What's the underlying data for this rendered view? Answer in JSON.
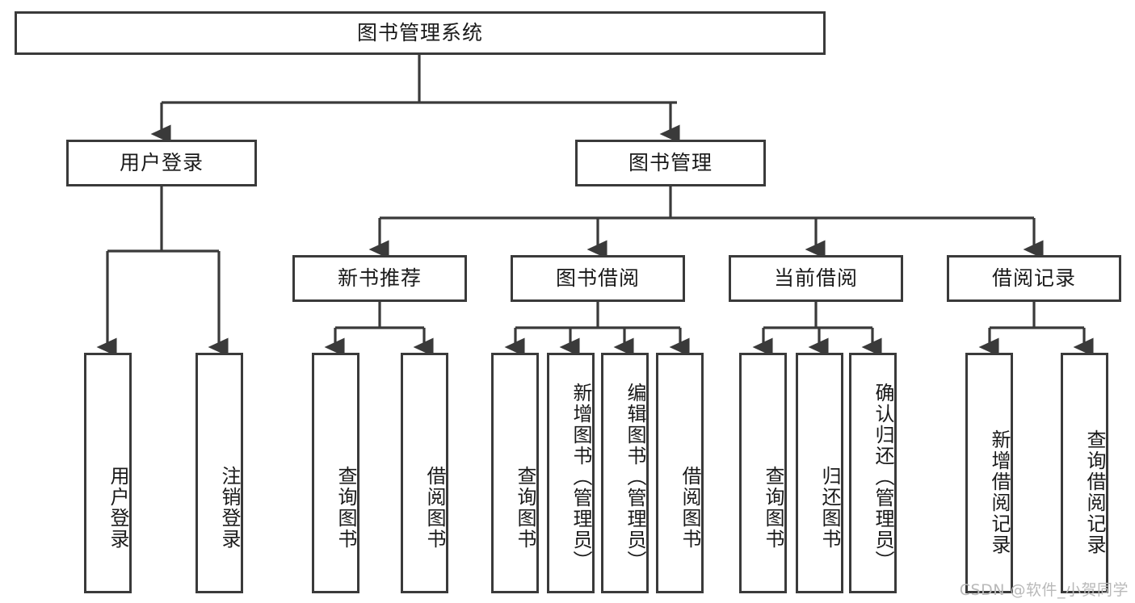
{
  "diagram": {
    "type": "tree-hierarchy-chart",
    "title": "图书管理系统",
    "orientation": "top-down",
    "line_color": "#3a3a3a",
    "box_fill": "#ffffff",
    "text_color": "#1a1a1a"
  },
  "nodes": {
    "root": {
      "label": "图书管理系统",
      "level": 0,
      "orientation": "horizontal"
    },
    "level1": [
      {
        "id": "user-login",
        "label": "用户登录",
        "orientation": "horizontal"
      },
      {
        "id": "book-manage",
        "label": "图书管理",
        "orientation": "horizontal"
      }
    ],
    "level2": [
      {
        "id": "new-book-recommend",
        "label": "新书推荐",
        "parent": "book-manage",
        "orientation": "horizontal"
      },
      {
        "id": "book-borrow",
        "label": "图书借阅",
        "parent": "book-manage",
        "orientation": "horizontal"
      },
      {
        "id": "current-borrow",
        "label": "当前借阅",
        "parent": "book-manage",
        "orientation": "horizontal"
      },
      {
        "id": "borrow-record",
        "label": "借阅记录",
        "parent": "book-manage",
        "orientation": "horizontal"
      }
    ],
    "leaves": [
      {
        "id": "leaf-user-login",
        "label": "用户登录",
        "parent": "user-login",
        "orientation": "vertical"
      },
      {
        "id": "leaf-logout",
        "label": "注销登录",
        "parent": "user-login",
        "orientation": "vertical"
      },
      {
        "id": "leaf-query-book-1",
        "label": "查询图书",
        "parent": "new-book-recommend",
        "orientation": "vertical"
      },
      {
        "id": "leaf-borrow-book-1",
        "label": "借阅图书",
        "parent": "new-book-recommend",
        "orientation": "vertical"
      },
      {
        "id": "leaf-query-book-2",
        "label": "查询图书",
        "parent": "book-borrow",
        "orientation": "vertical"
      },
      {
        "id": "leaf-add-book",
        "label": "新增图书（管理员）",
        "parent": "book-borrow",
        "orientation": "vertical"
      },
      {
        "id": "leaf-edit-book",
        "label": "编辑图书（管理员）",
        "parent": "book-borrow",
        "orientation": "vertical"
      },
      {
        "id": "leaf-borrow-book-2",
        "label": "借阅图书",
        "parent": "book-borrow",
        "orientation": "vertical"
      },
      {
        "id": "leaf-query-book-3",
        "label": "查询图书",
        "parent": "current-borrow",
        "orientation": "vertical"
      },
      {
        "id": "leaf-return-book",
        "label": "归还图书",
        "parent": "current-borrow",
        "orientation": "vertical"
      },
      {
        "id": "leaf-confirm-return",
        "label": "确认归还（管理员）",
        "parent": "current-borrow",
        "orientation": "vertical"
      },
      {
        "id": "leaf-add-record",
        "label": "新增借阅记录",
        "parent": "borrow-record",
        "orientation": "vertical"
      },
      {
        "id": "leaf-query-record",
        "label": "查询借阅记录",
        "parent": "borrow-record",
        "orientation": "vertical"
      }
    ]
  },
  "watermark": {
    "text": "CSDN @软件_小贺同学",
    "color": "#b9b9b9"
  }
}
